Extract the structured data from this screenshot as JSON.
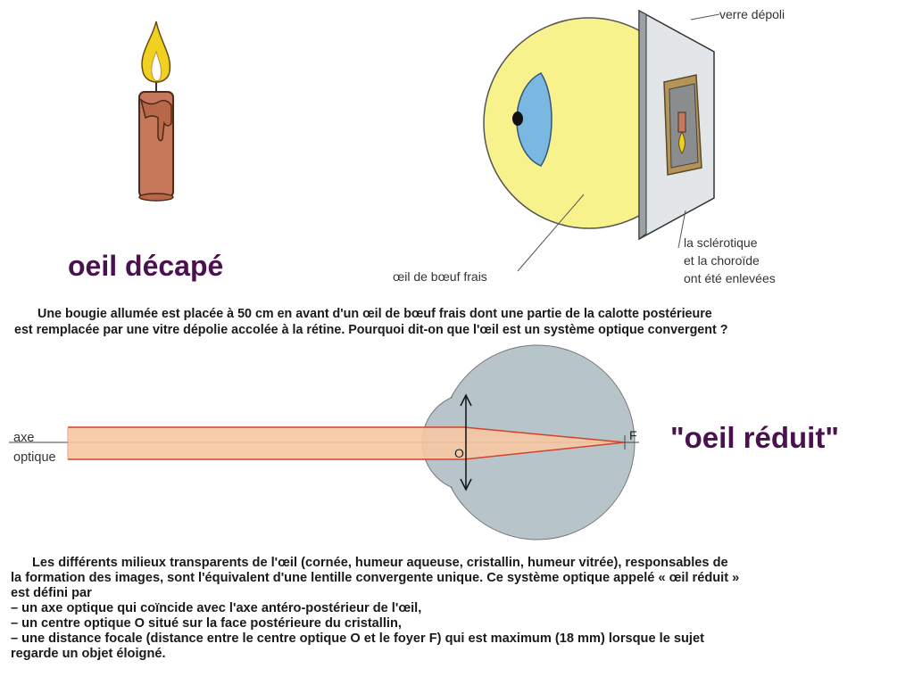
{
  "top_figure": {
    "title": "oeil décapé",
    "labels": {
      "ground_glass": "verre dépoli",
      "fresh_eye": "œil de bœuf frais",
      "removed_line1": "la sclérotique",
      "removed_line2": "et la choroïde",
      "removed_line3": "ont été enlevées"
    }
  },
  "caption1": {
    "line1": "Une bougie allumée est placée à 50 cm en avant d'un œil de bœuf frais dont une partie de la calotte postérieure",
    "line2": "est remplacée par une vitre dépolie accolée à la rétine. Pourquoi dit-on que l'œil est un système optique convergent ?"
  },
  "reduced_eye": {
    "title": "\"oeil réduit\"",
    "axis_label_line1": "axe",
    "axis_label_line2": "optique",
    "center_label": "O",
    "focus_label": "F"
  },
  "paragraph": {
    "line1": "Les différents milieux transparents de l'œil (cornée, humeur aqueuse, cristallin, humeur vitrée), responsables de",
    "line2": "la formation des images, sont l'équivalent d'une lentille convergente unique. Ce système optique appelé « œil réduit »",
    "line3": "est défini par",
    "line4": "– un axe optique qui coïncide avec l'axe antéro-postérieur de l'œil,",
    "line5": "– un centre optique O situé sur la face postérieure du cristallin,",
    "line6": "– une distance focale (distance entre le centre optique O et le foyer F) qui est maximum (18 mm) lorsque le sujet",
    "line7": "regarde un objet éloigné."
  },
  "colors": {
    "title_purple": "#4a1050",
    "eye_yellow": "#f8f28c",
    "cornea_blue": "#7ab8e2",
    "reduced_eye_gray": "#b7c4c9",
    "beam_fill": "#f6c8a3",
    "beam_edge": "#d4432a",
    "candle_brown": "#c8785a",
    "flame_yellow": "#f0d020"
  }
}
